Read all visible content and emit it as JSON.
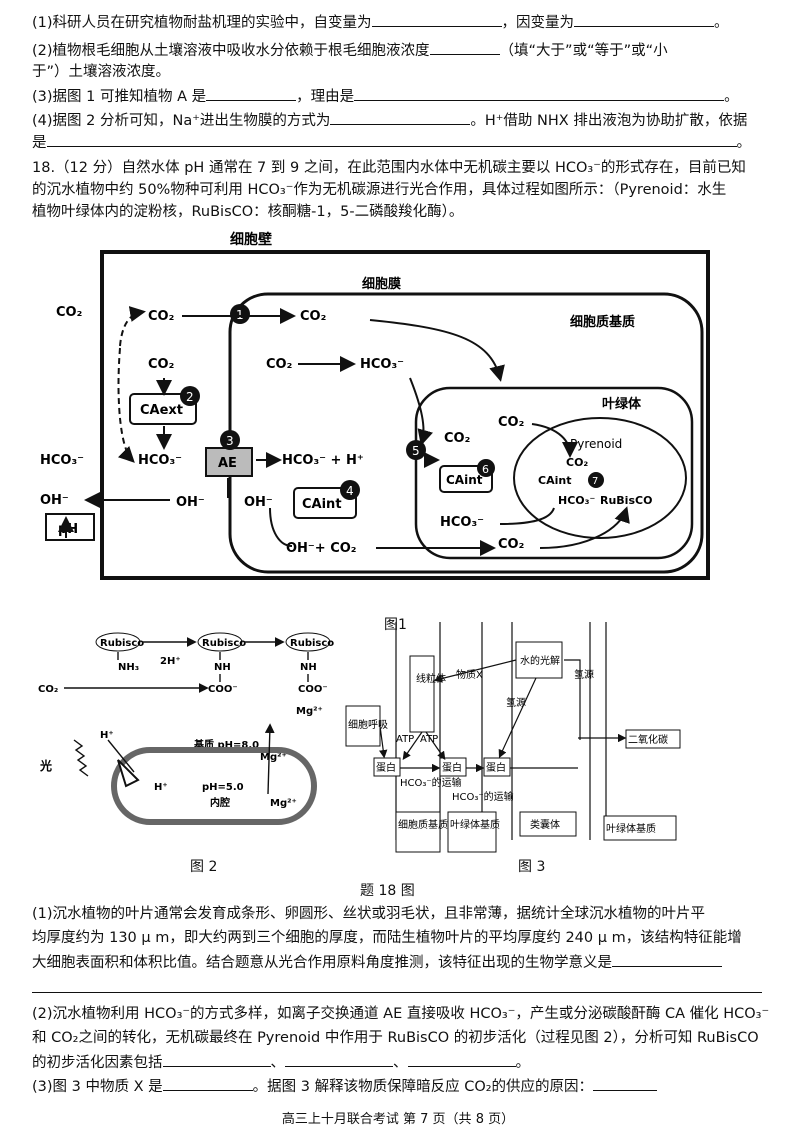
{
  "q17": {
    "p1": "(1)科研人员在研究植物耐盐机理的实验中，自变量为",
    "p1b": "，因变量为",
    "p1end": "。",
    "p2a": "(2)植物根毛细胞从土壤溶液中吸收水分依赖于根毛细胞液浓度",
    "p2b": "（填“大于”或“等于”或“小",
    "p2c": "于”）土壤溶液浓度。",
    "p3a": "(3)据图 1 可推知植物 A 是",
    "p3b": "，理由是",
    "p3end": "。",
    "p4a": "(4)据图 2 分析可知，Na⁺进出生物膜的方式为",
    "p4b": "。H⁺借助 NHX 排出液泡为协助扩散，依据",
    "p4c": "是",
    "p4end": "。"
  },
  "q18": {
    "intro1": "18.（12 分）自然水体 pH 通常在 7 到 9 之间，在此范围内水体中无机碳主要以 HCO₃⁻的形式存在，目前已知",
    "intro2": "的沉水植物中约 50%物种可利用 HCO₃⁻作为无机碳源进行光合作用，具体过程如图所示：（Pyrenoid：水生",
    "intro3": "植物叶绿体内的淀粉核，RuBisCO：核酮糖-1，5-二磷酸羧化酶）。",
    "s1a": "(1)沉水植物的叶片通常会发育成条形、卵圆形、丝状或羽毛状，且非常薄，据统计全球沉水植物的叶片平",
    "s1b": "均厚度约为 130 μ m，即大约两到三个细胞的厚度，而陆生植物叶片的平均厚度约 240 μ m，该结构特征能增",
    "s1c": "大细胞表面积和体积比值。结合题意从光合作用原料角度推测，该特征出现的生物学意义是",
    "s2a": "(2)沉水植物利用 HCO₃⁻的方式多样，如离子交换通道 AE 直接吸收 HCO₃⁻，产生或分泌碳酸酐酶 CA 催化 HCO₃⁻",
    "s2b": "和 CO₂之间的转化，无机碳最终在 Pyrenoid 中作用于 RuBisCO 的初步活化（过程见图 2），分析可知 RuBisCO",
    "s2c": "的初步活化因素包括",
    "s2sep": "、",
    "s2end": "。",
    "s3a": "(3)图 3 中物质 X 是",
    "s3b": "。据图 3 解释该物质保障暗反应 CO₂的供应的原因：",
    "tag": "题 18 图"
  },
  "fig1": {
    "caption": "图1",
    "cell_wall": "细胞壁",
    "cell_membrane": "细胞膜",
    "cytoplasm": "细胞质基质",
    "chloroplast": "叶绿体",
    "pyrenoid": "Pyrenoid",
    "co2": "CO₂",
    "hco3": "HCO₃⁻",
    "hco3_h": "HCO₃⁻ + H⁺",
    "oh": "OH⁻",
    "oh_co2": "OH⁻+ CO₂",
    "ph": "pH",
    "ca_ext": "CAext",
    "ca_int": "CAint",
    "ae": "AE",
    "rubisco": "RuBisCO",
    "nums": [
      "1",
      "2",
      "3",
      "4",
      "5",
      "6",
      "7"
    ]
  },
  "fig2": {
    "caption": "图 2",
    "rubisco": "Rubisco",
    "nh3": "NH₃",
    "h2": "2H⁺",
    "nh": "NH",
    "coo": "COO⁻",
    "mg_coo": "COO⁻",
    "mg": "Mg²⁺",
    "co2": "CO₂",
    "h": "H⁺",
    "light": "光",
    "stroma_ph": "基质 pH=8.0",
    "lumen_ph": "pH=5.0",
    "lumen": "内腔"
  },
  "fig3": {
    "caption": "图 3",
    "mito": "线粒体",
    "water": "水的光解",
    "substance_x": "物质X",
    "resp": "细胞呼吸",
    "atp1": "ATP",
    "atp2": "ATP",
    "hydrogen1": "氢源",
    "hydrogen2": "氢源",
    "protein": "蛋白",
    "hco3_trans": "HCO₃⁻的运输",
    "co2": "二氧化碳",
    "region1": "细胞质基质",
    "region2": "叶绿体基质",
    "region3": "类囊体",
    "region4": "叶绿体基质"
  },
  "footer": "高三上十月联合考试 第 7 页（共 8 页）"
}
